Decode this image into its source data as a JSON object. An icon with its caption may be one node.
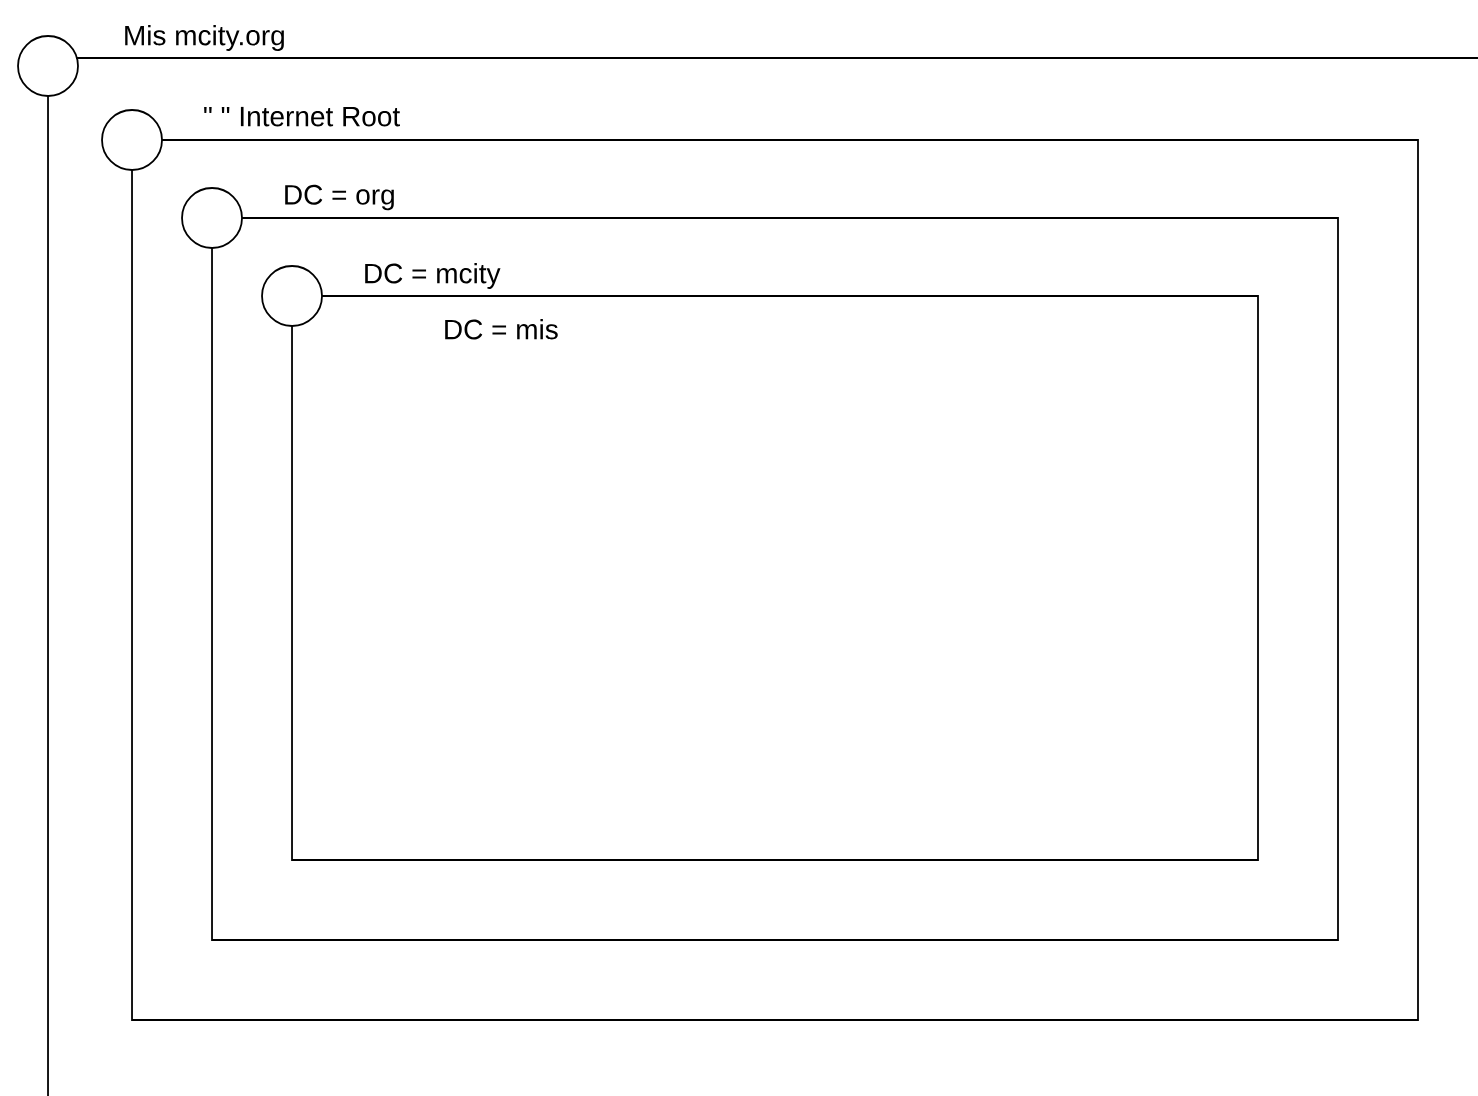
{
  "diagram": {
    "nodes": [
      {
        "text": [
          "Mis mcity.org"
        ]
      },
      {
        "text": [
          "\" \" Internet Root"
        ],
        "in": 0
      },
      {
        "text": [
          "DC = org"
        ],
        "in": 1
      },
      {
        "text": [
          "DC = mcity"
        ],
        "in": 2
      },
      {
        "text": [
          "DC = mis"
        ],
        "in": 3
      }
    ]
  }
}
